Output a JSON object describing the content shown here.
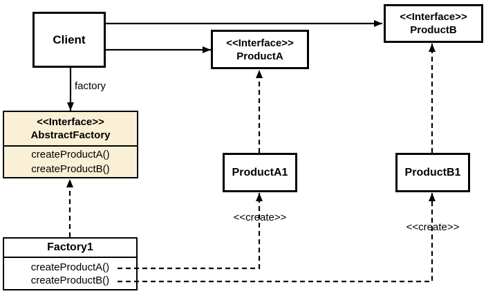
{
  "nodes": {
    "client": {
      "label": "Client"
    },
    "product_a_interface": {
      "stereotype": "<<Interface>>",
      "name": "ProductA"
    },
    "product_b_interface": {
      "stereotype": "<<Interface>>",
      "name": "ProductB"
    },
    "abstract_factory": {
      "stereotype": "<<Interface>>",
      "name": "AbstractFactory",
      "methods": [
        "createProductA()",
        "createProductB()"
      ]
    },
    "product_a1": {
      "label": "ProductA1"
    },
    "product_b1": {
      "label": "ProductB1"
    },
    "factory1": {
      "name": "Factory1",
      "methods": [
        "createProductA()",
        "createProductB()"
      ]
    }
  },
  "edge_labels": {
    "factory": "factory",
    "create_a": "<<create>>",
    "create_b": "<<create>>"
  },
  "colors": {
    "interface_fill": "#FAF0D5",
    "line_color": "#000000",
    "background": "#FFFFFF"
  }
}
